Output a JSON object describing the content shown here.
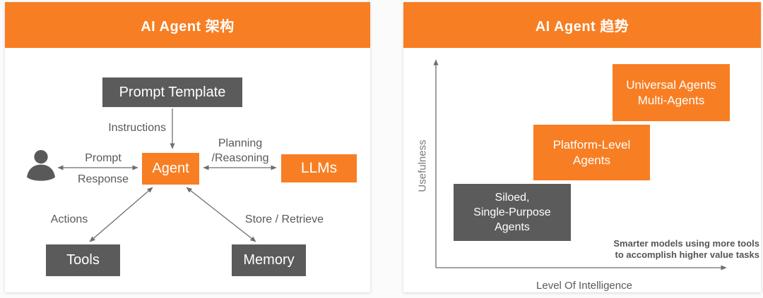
{
  "colors": {
    "accent_orange": "#F87E23",
    "box_gray": "#5B5B5B",
    "label_gray": "#595959",
    "arrow_gray": "#6E6E6E"
  },
  "left_panel": {
    "title": "AI Agent 架构",
    "nodes": {
      "prompt_template": "Prompt Template",
      "agent": "Agent",
      "llms": "LLMs",
      "tools": "Tools",
      "memory": "Memory"
    },
    "edge_labels": {
      "instructions": "Instructions",
      "prompt": "Prompt",
      "response": "Response",
      "planning": "Planning",
      "reasoning": "/Reasoning",
      "actions": "Actions",
      "store_retrieve": "Store / Retrieve"
    },
    "icons": {
      "user": "user-silhouette-icon"
    }
  },
  "right_panel": {
    "title": "AI Agent 趋势",
    "axes": {
      "y_label": "Usefulness",
      "x_label": "Level Of Intelligence"
    },
    "stages": [
      {
        "line1": "Siloed,",
        "line2": "Single-Purpose",
        "line3": "Agents",
        "color": "gray"
      },
      {
        "line1": "Platform-Level",
        "line2": "Agents",
        "color": "orange"
      },
      {
        "line1": "Universal Agents",
        "line2": "Multi-Agents",
        "color": "orange"
      }
    ],
    "annotation": {
      "line1": "Smarter models using more tools",
      "line2": "to accomplish higher value tasks"
    }
  }
}
